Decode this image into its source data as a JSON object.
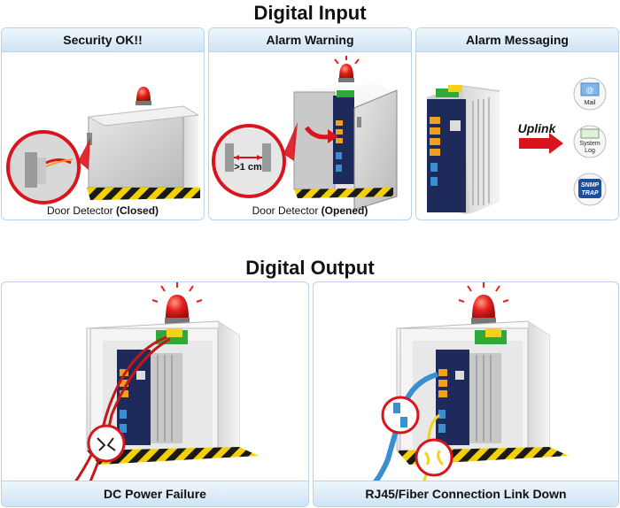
{
  "digital_input": {
    "title": "Digital Input",
    "panels": [
      {
        "title": "Security OK!!",
        "caption_prefix": "Door Detector ",
        "caption_bold": "(Closed)"
      },
      {
        "title": "Alarm Warning",
        "caption_prefix": "Door Detector ",
        "caption_bold": "(Opened)",
        "gap_label": ">1 cm"
      },
      {
        "title": "Alarm Messaging",
        "uplink_label": "Uplink",
        "icons": [
          {
            "name": "mail-icon",
            "label": "Mail"
          },
          {
            "name": "system-log-icon",
            "label_line1": "System",
            "label_line2": "Log"
          },
          {
            "name": "snmp-trap-icon",
            "label_line1": "SNMP",
            "label_line2": "TRAP"
          }
        ]
      }
    ]
  },
  "digital_output": {
    "title": "Digital Output",
    "panels": [
      {
        "title": "DC Power Failure"
      },
      {
        "title": "RJ45/Fiber Connection Link Down"
      }
    ]
  },
  "colors": {
    "panel_border": "#b9d3ea",
    "header_top": "#eef6fc",
    "header_bottom": "#cfe4f4",
    "alarm_red": "#e8201c",
    "hazard_yellow": "#f5d000",
    "switch_navy": "#1d2a5a",
    "port_orange": "#f0a020",
    "arrow_red": "#d8141c",
    "cable_blue": "#3a8fd0",
    "cable_yellow": "#f2d21a"
  }
}
